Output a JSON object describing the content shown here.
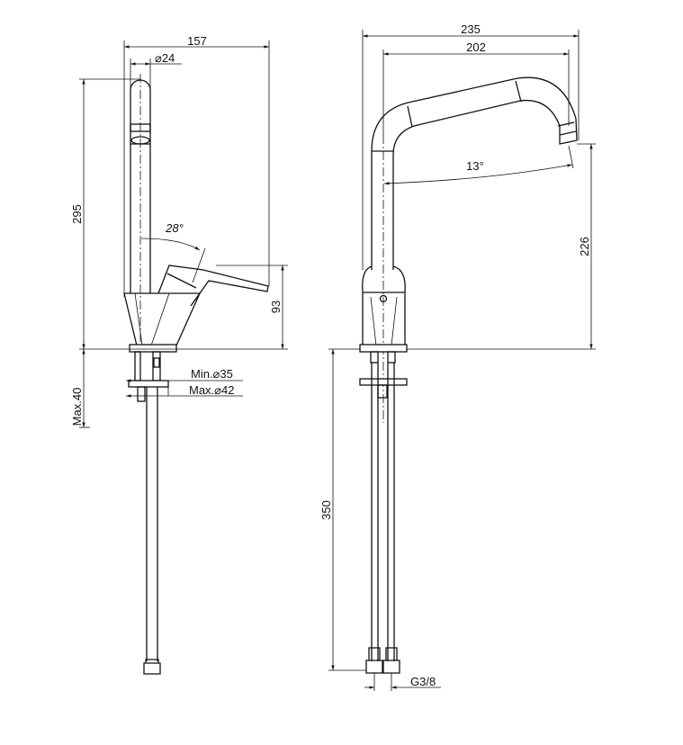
{
  "side_view": {
    "width_label": "157",
    "spout_diameter_label": "⌀24",
    "height_label": "295",
    "lever_angle_label": "28°",
    "lever_height_label": "93",
    "min_hole_label": "Min.⌀35",
    "max_hole_label": "Max.⌀42",
    "max_deck_label": "Max.40"
  },
  "front_view": {
    "overall_reach_label": "235",
    "spout_reach_label": "202",
    "spout_angle_label": "13°",
    "spout_height_label": "226",
    "hose_length_label": "350",
    "thread_label": "G3/8"
  }
}
